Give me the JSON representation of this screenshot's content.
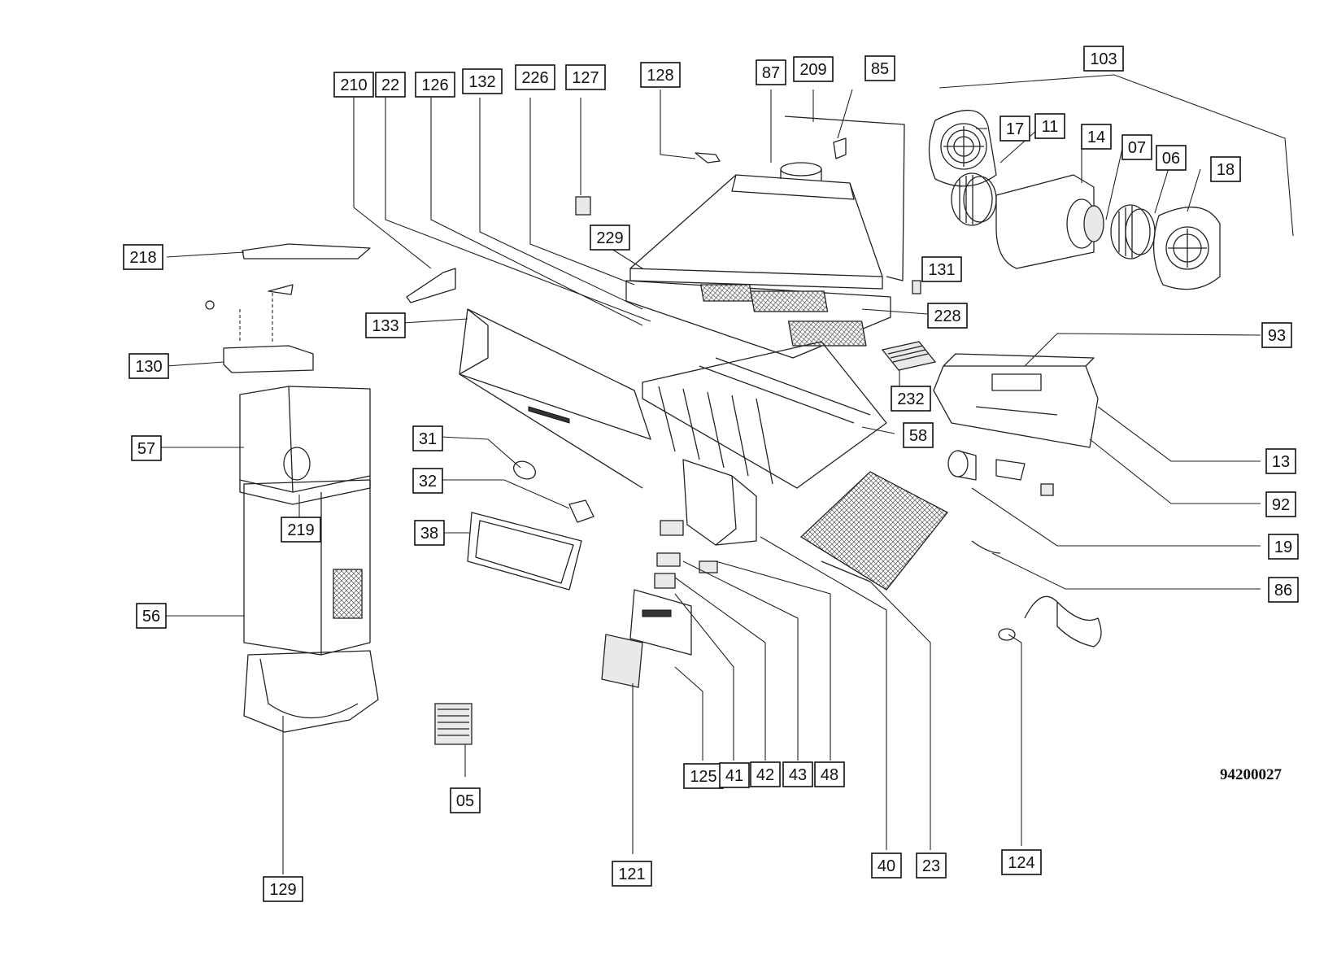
{
  "diagram_code": "94200027",
  "labels": [
    "210",
    "22",
    "126",
    "132",
    "226",
    "127",
    "128",
    "87",
    "209",
    "85",
    "103",
    "17",
    "11",
    "14",
    "07",
    "06",
    "18",
    "229",
    "131",
    "218",
    "133",
    "228",
    "93",
    "130",
    "232",
    "13",
    "57",
    "58",
    "92",
    "31",
    "32",
    "19",
    "219",
    "38",
    "86",
    "56",
    "125",
    "41",
    "42",
    "43",
    "48",
    "05",
    "129",
    "121",
    "40",
    "23",
    "124"
  ]
}
